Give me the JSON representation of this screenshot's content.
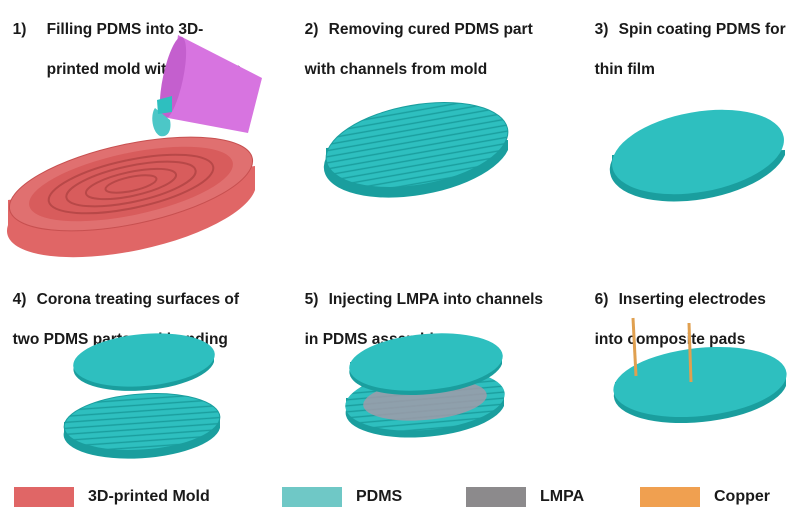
{
  "steps": [
    {
      "num": "1)",
      "lines": [
        "Filling PDMS into 3D-",
        "printed mold with patterns"
      ]
    },
    {
      "num": "2)",
      "lines": [
        "Removing cured PDMS part",
        "with channels from mold"
      ]
    },
    {
      "num": "3)",
      "lines": [
        "Spin coating PDMS for",
        "thin film"
      ]
    },
    {
      "num": "4)",
      "lines": [
        "Corona treating surfaces of",
        "two PDMS parts and bonding"
      ]
    },
    {
      "num": "5)",
      "lines": [
        "Injecting LMPA into channels",
        "in PDMS assembly"
      ]
    },
    {
      "num": "6)",
      "lines": [
        "Inserting electrodes",
        "into composite pads"
      ]
    }
  ],
  "legend": [
    {
      "label": "3D-printed Mold",
      "color": "#e06666"
    },
    {
      "label": "PDMS",
      "color": "#6fc8c6"
    },
    {
      "label": "LMPA",
      "color": "#8c8a8c"
    },
    {
      "label": "Copper",
      "color": "#f0a050"
    }
  ],
  "colors": {
    "mold": "#e06666",
    "mold_dark": "#c75050",
    "pdms": "#2ebfbf",
    "pdms_dark": "#1a9e9e",
    "cup": "#d774e0",
    "lmpa": "#a09aa8",
    "copper": "#e0a050"
  }
}
